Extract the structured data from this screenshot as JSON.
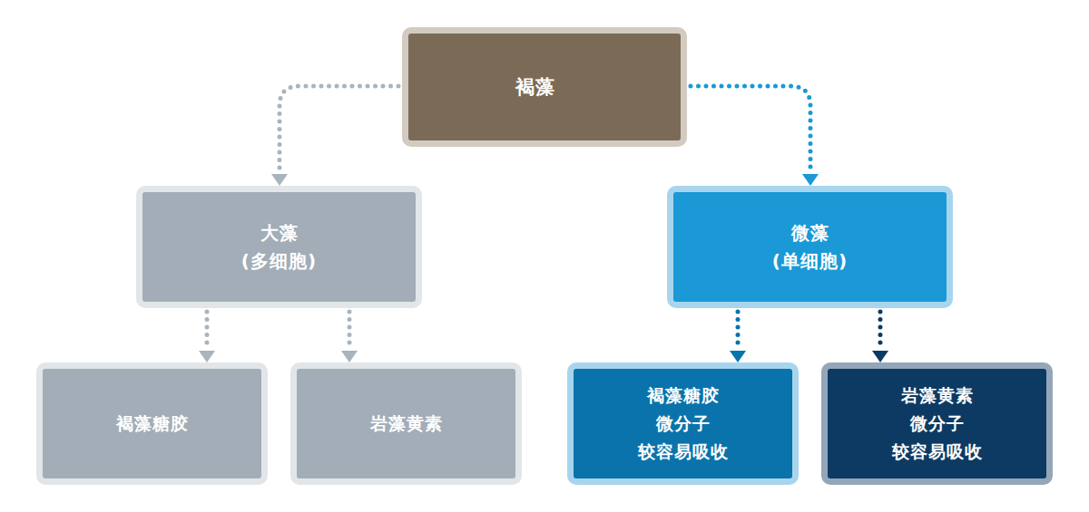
{
  "diagram": {
    "nodes": [
      {
        "text": [
          "褐藻"
        ]
      },
      {
        "text": [
          "大藻",
          "(多细胞)"
        ]
      },
      {
        "text": [
          "微藻",
          "(单细胞)"
        ]
      },
      {
        "text": [
          "褐藻糖胶"
        ]
      },
      {
        "text": [
          "岩藻黄素"
        ]
      },
      {
        "text": [
          "褐藻糖胶",
          "微分子",
          "较容易吸收"
        ]
      },
      {
        "text": [
          "岩藻黄素",
          "微分子",
          "较容易吸收"
        ]
      }
    ],
    "edges": [
      {
        "from": 0,
        "to": 1,
        "arrow": "to"
      },
      {
        "from": 0,
        "to": 2,
        "arrow": "to"
      },
      {
        "from": 1,
        "to": 3,
        "arrow": "to"
      },
      {
        "from": 1,
        "to": 4,
        "arrow": "to"
      },
      {
        "from": 2,
        "to": 5,
        "arrow": "to"
      },
      {
        "from": 2,
        "to": 6,
        "arrow": "to"
      }
    ]
  }
}
